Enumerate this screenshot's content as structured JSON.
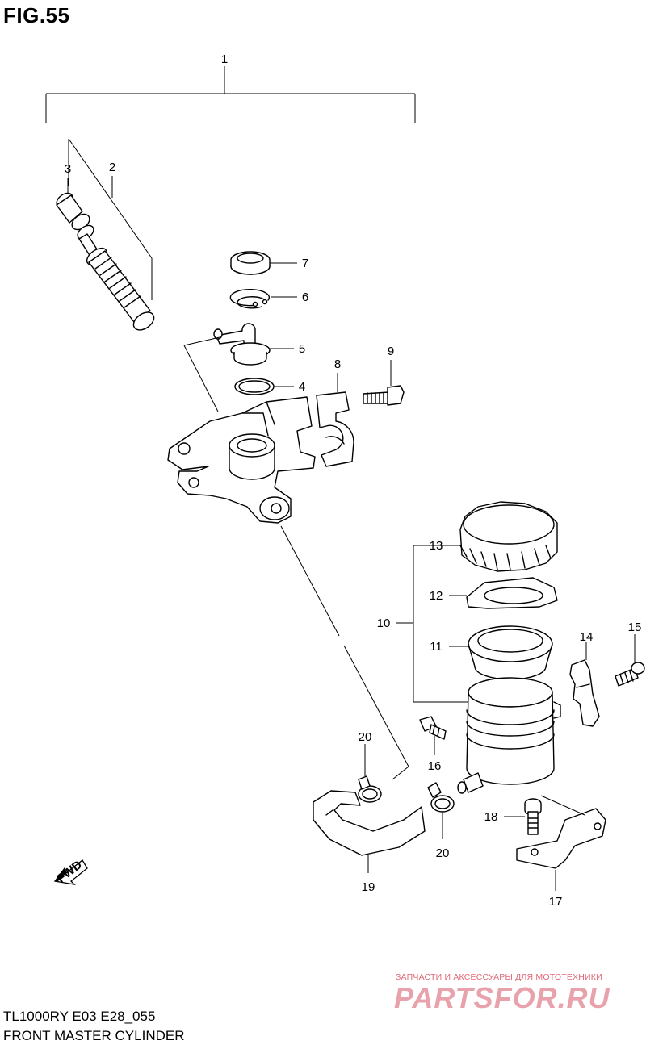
{
  "figure_title": "FIG.55",
  "callouts": {
    "c1": "1",
    "c2": "2",
    "c3": "3",
    "c4": "4",
    "c5": "5",
    "c6": "6",
    "c7": "7",
    "c8": "8",
    "c9": "9",
    "c10": "10",
    "c11": "11",
    "c12": "12",
    "c13": "13",
    "c14": "14",
    "c15": "15",
    "c16": "16",
    "c17": "17",
    "c18": "18",
    "c19": "19",
    "c20a": "20",
    "c20b": "20"
  },
  "fwd_label": "FWD",
  "footer": {
    "model_code": "TL1000RY E03 E28_055",
    "assembly_name": "FRONT MASTER CYLINDER"
  },
  "watermark": {
    "tagline": "ЗАПЧАСТИ И АКСЕССУАРЫ ДЛЯ МОТОТЕХНИКИ",
    "logo": "PARTSFOR.RU",
    "color": "#e8a2ab"
  }
}
